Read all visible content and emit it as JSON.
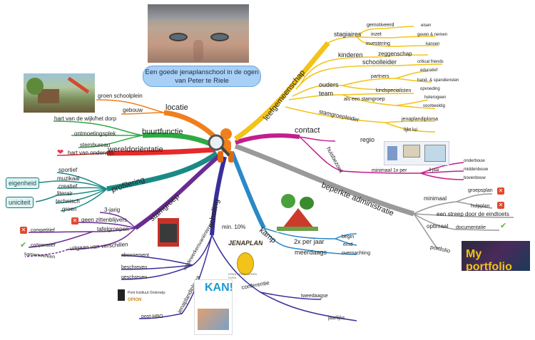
{
  "photo": {
    "caption": "Een goede jenaplanschool in de ogen van Peter te Riele"
  },
  "branches": {
    "leefgemeenschap": {
      "label": "leefgemeenschap",
      "stagiaires": "stagiaires",
      "gemotiveerd": "gemotiveerd",
      "eisen": "eisen",
      "inzet": "inzet",
      "geven_nemen": "geven & nemen",
      "investering": "investering",
      "kansen": "kansen",
      "kinderen": "kinderen",
      "zeggenschap": "zeggenschap",
      "schoolleider": "schoolleider",
      "critical_friends": "critical friends",
      "partners": "partners",
      "educatief": "educatief",
      "hand_spandiensten": "hand- & spandiensten",
      "ouders": "ouders",
      "opvoeding": "opvoeding",
      "team": "team",
      "kindspecialisten": "kindspecialisten",
      "als_een_stamgroep": "als een stamgroep",
      "heterogeen": "heterogeen",
      "voorbeeldig": "voorbeeldig",
      "stamgroepleider": "stamgroepleider",
      "jenaplandiploma": "jenaplandiploma",
      "lijkt_lui": "lijkt lui"
    },
    "contact": {
      "label": "contact",
      "regio": "regio",
      "huisbezoek": "huisbezoek",
      "minimaal_1x": "minimaal 1x per",
      "drie_jaar": "3 jaar",
      "onderbouw": "onderbouw",
      "middenbouw": "middenbouw",
      "bovenbouw": "bovenbouw"
    },
    "administratie": {
      "label": "beperkte administratie",
      "minimaal": "minimaal",
      "groepsplan": "groepsplan",
      "hulpplan": "hulpplan",
      "eindtoets": "een streep door de eindtoets",
      "optimaal": "optimaal",
      "documentatie": "documentatie",
      "portfolio": "portfolio",
      "logo": "My portfolio"
    },
    "kamp": {
      "label": "kamp",
      "per_jaar": "2x per jaar",
      "begin": "begin",
      "eind": "eind",
      "meerdaags": "meerdaags",
      "overnachting": "overnachting"
    },
    "scholing": {
      "label": "scholing",
      "min10": "min. 10%",
      "medewerkers": "medewerkersvariënteren",
      "abonnement": "abonnement",
      "beschreven": "beschreven",
      "geschreven": "geschreven",
      "jenaplandiploma": "jenaplandiploma",
      "post_hbo": "post-HBO",
      "conferentie": "conferentie",
      "tweedaagse": "tweedaagse",
      "jaarlijks": "jaarlijks",
      "kan_title": "KAN!",
      "opion": "OPION",
      "pont": "Pont Instituut Onderwijs"
    },
    "stamgroep": {
      "label": "stamgroep",
      "driejarig": "3-jarig",
      "zittenblijvers": "geen zittenblijvers",
      "tafelgroepen": "tafelgroepen",
      "competitief": "competitief",
      "cooperatief": "coöperatief",
      "samenwerken": "samenwerken",
      "verschillen": "uitgaan van verschillen"
    },
    "profilering": {
      "label": "profilering",
      "eigenheid": "eigenheid",
      "uniciteit": "uniciteit",
      "sportief": "sportief",
      "muzikaal": "muzikaal",
      "creatief": "creatief",
      "literair": "literair",
      "technisch": "technisch",
      "groen": "groen"
    },
    "wereld": {
      "label": "wereldoriëntatie",
      "hart": "hart van onderwijs"
    },
    "buurt": {
      "label": "buurtfunctie",
      "wijk": "hart van de wijk/het dorp",
      "ontmoeting": "ontmoetingsplek",
      "stembureau": "stembureau"
    },
    "locatie": {
      "label": "locatie",
      "schoolplein": "groen schoolplein",
      "gebouw": "gebouw"
    }
  },
  "colors": {
    "orange": "#f07f1d",
    "yellow": "#f2c318",
    "magenta": "#c21e8c",
    "grey": "#9a9a9a",
    "blue": "#2a89c7",
    "indigo": "#3a2e9a",
    "purple": "#6a2c92",
    "teal": "#1a8a86",
    "red": "#e52a2a",
    "green": "#2eaa43",
    "center": "#f07f1d"
  },
  "jenaplan_logo": "JENAPLAN",
  "jenaplan_sub": "LEREN LEVEN LEREN LEVEN"
}
